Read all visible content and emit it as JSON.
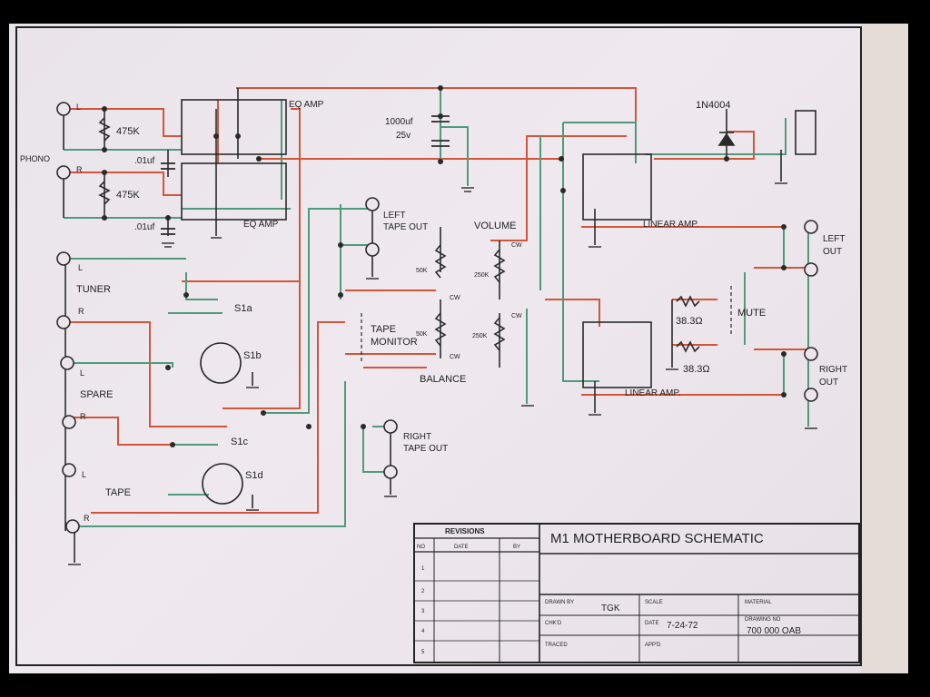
{
  "title_block": {
    "title": "M1 MOTHERBOARD SCHEMATIC",
    "revisions_header": "REVISIONS",
    "rev_cols": [
      "NO",
      "DATE",
      "BY"
    ],
    "rev_rows": [
      "1",
      "2",
      "3",
      "4",
      "5"
    ],
    "drawn_by_label": "DRAWN BY",
    "drawn_by_value": "TGK",
    "scale_label": "SCALE",
    "material_label": "MATERIAL",
    "checked_label": "CHK'D",
    "date_label": "DATE",
    "date_value": "7-24-72",
    "drawing_no_label": "DRAWING NO",
    "drawing_no_value": "700 000 OAB",
    "traced_label": "TRACED",
    "appd_label": "APP'D"
  },
  "labels": {
    "phono": "PHONO",
    "tuner": "TUNER",
    "spare": "SPARE",
    "tape": "TAPE",
    "eq_amp_top": "EQ AMP",
    "eq_amp_bottom": "EQ AMP",
    "r_475k_top": "475K",
    "r_475k_bottom": "475K",
    "cap_01_top": ".01uf",
    "cap_01_bottom": ".01uf",
    "cap_1000": "1000uf",
    "cap_25v": "25v",
    "diode": "1N4004",
    "left_tape_out": "LEFT",
    "left_tape_out_2": "TAPE OUT",
    "right_tape_out": "RIGHT",
    "right_tape_out_2": "TAPE OUT",
    "volume": "VOLUME",
    "balance": "BALANCE",
    "tape_monitor": "TAPE",
    "tape_monitor_2": "MONITOR",
    "linear_amp_top": "LINEAR AMP.",
    "linear_amp_bottom": "LINEAR AMP.",
    "left_out": "LEFT",
    "left_out_2": "OUT",
    "right_out": "RIGHT",
    "right_out_2": "OUT",
    "mute": "MUTE",
    "r_383_top": "38.3Ω",
    "r_383_bottom": "38.3Ω",
    "s1a": "S1a",
    "s1b": "S1b",
    "s1c": "S1c",
    "s1d": "S1d",
    "pot_50k_a": "50K",
    "pot_50k_b": "50K",
    "pot_250k_a": "250K",
    "pot_250k_b": "250K",
    "cw_1": "CW",
    "cw_2": "CW",
    "cw_3": "CW",
    "cw_4": "CW",
    "jack_l_1": "L",
    "jack_r_1": "R",
    "jack_l_2": "L",
    "jack_r_2": "R",
    "jack_l_3": "L",
    "jack_r_3": "R",
    "jack_l_4": "L",
    "jack_r_4": "R"
  },
  "colors": {
    "wire_red": "#d2553a",
    "wire_green": "#4f9a7a",
    "wire_dark": "#2a2a2a",
    "paper": "#ece6ec"
  }
}
